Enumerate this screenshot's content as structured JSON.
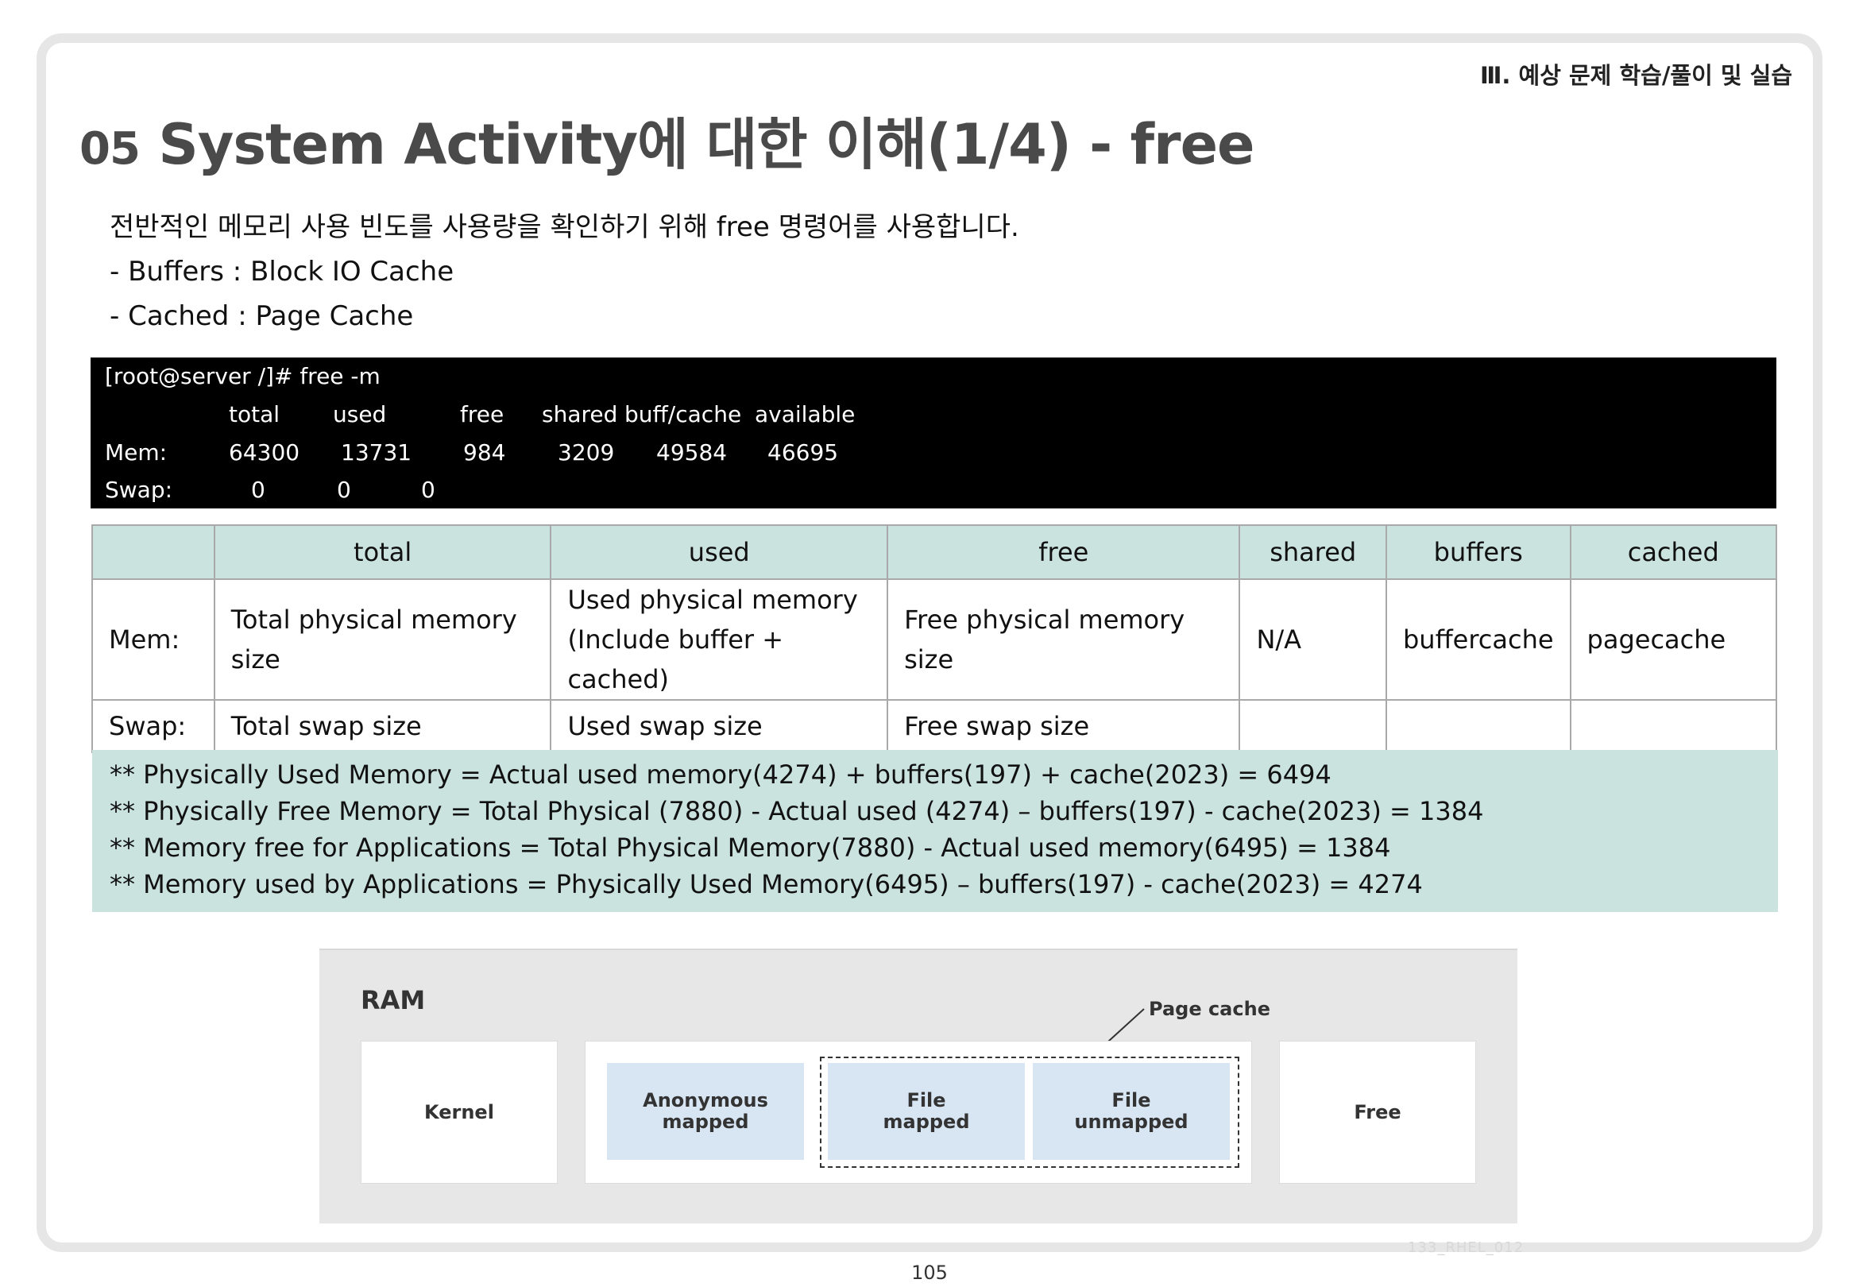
{
  "header": {
    "section_label": "Ⅲ. 예상 문제 학습/풀이 및 실습",
    "title_number": "05",
    "title_text": "System Activity에 대한 이해(1/4) - free"
  },
  "intro": {
    "lines": [
      "전반적인 메모리 사용 빈도를 사용량을 확인하기 위해 free 명령어를 사용합니다.",
      "- Buffers : Block IO Cache",
      "- Cached : Page Cache"
    ]
  },
  "terminal": {
    "command": "[root@server /]# free -m",
    "headers": [
      "total",
      "used",
      "free",
      "shared",
      "buff/cache",
      "available"
    ],
    "mem": {
      "label": "Mem:",
      "values": [
        "64300",
        "13731",
        "984",
        "3209",
        "49584",
        "46695"
      ]
    },
    "swap": {
      "label": "Swap:",
      "values": [
        "0",
        "0",
        "0"
      ]
    }
  },
  "table": {
    "headers": [
      "",
      "total",
      "used",
      "free",
      "shared",
      "buffers",
      "cached"
    ],
    "rows": [
      {
        "cells": [
          "Mem:",
          "Total physical memory size",
          "Used physical memory (Include buffer + cached)",
          "Free physical memory size",
          "N/A",
          "buffercache",
          "pagecache"
        ]
      },
      {
        "cells": [
          "Swap:",
          "Total swap size",
          "Used swap size",
          "Free swap size",
          "",
          "",
          ""
        ]
      }
    ]
  },
  "formulas": [
    "** Physically Used Memory = Actual used memory(4274) + buffers(197) + cache(2023) = 6494",
    "** Physically Free Memory = Total Physical (7880) - Actual used (4274) – buffers(197) - cache(2023) = 1384",
    "** Memory free for Applications = Total Physical Memory(7880) - Actual used memory(6495) = 1384",
    "** Memory used by Applications = Physically Used Memory(6495) – buffers(197) - cache(2023) = 4274"
  ],
  "ram_diagram": {
    "title": "RAM",
    "page_cache_label": "Page cache",
    "kernel": "Kernel",
    "anonymous": "Anonymous\nmapped",
    "file_mapped": "File\nmapped",
    "file_unmapped": "File\nunmapped",
    "free": "Free"
  },
  "watermark": "133_RHEL_012",
  "page_number": "105"
}
